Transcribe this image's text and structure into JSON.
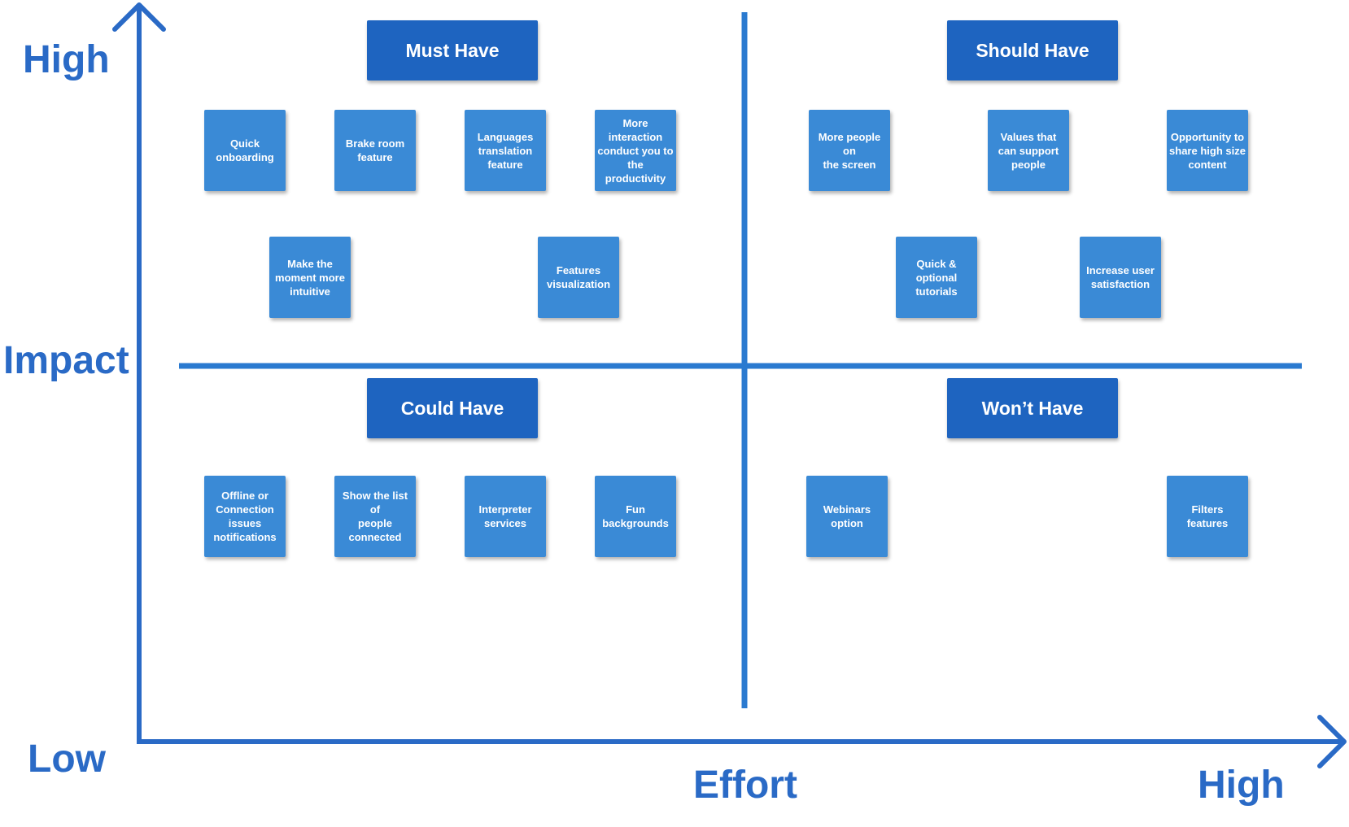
{
  "axes": {
    "y_high": "High",
    "y_title": "Impact",
    "y_low": "Low",
    "x_title": "Effort",
    "x_high": "High",
    "color": "#2a6ac6"
  },
  "quadrants": {
    "must_have": {
      "title": "Must Have",
      "cards": [
        "Quick\nonboarding",
        "Brake room\nfeature",
        "Languages\ntranslation\nfeature",
        "More\ninteraction\nconduct you to\nthe\nproductivity",
        "Make the\nmoment more\nintuitive",
        "Features\nvisualization"
      ]
    },
    "should_have": {
      "title": "Should Have",
      "cards": [
        "More people on\nthe screen",
        "Values that\ncan support\npeople",
        "Opportunity to\nshare high size\ncontent",
        "Quick &\noptional\ntutorials",
        "Increase user\nsatisfaction"
      ]
    },
    "could_have": {
      "title": "Could Have",
      "cards": [
        "Offline or\nConnection\nissues\nnotifications",
        "Show the list of\npeople\nconnected",
        "Interpreter\nservices",
        "Fun\nbackgrounds"
      ]
    },
    "wont_have": {
      "title": "Won’t Have",
      "cards": [
        "Webinars\noption",
        "Filters\nfeatures"
      ]
    }
  },
  "colors": {
    "title_bg": "#1e64c0",
    "card_bg": "#3a8ad6",
    "line": "#2a7ad0"
  }
}
